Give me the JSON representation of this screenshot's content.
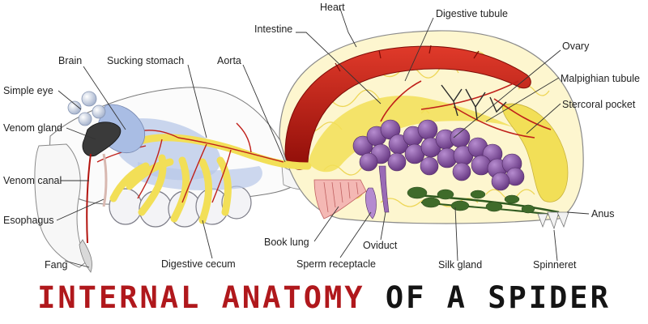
{
  "title": {
    "part1": "INTERNAL ANATOMY",
    "part2": " OF A SPIDER"
  },
  "labels": {
    "heart": "Heart",
    "digestive_tubule": "Digestive tubule",
    "intestine": "Intestine",
    "ovary": "Ovary",
    "brain": "Brain",
    "sucking_stomach": "Sucking stomach",
    "aorta": "Aorta",
    "malpighian_tubule": "Malpighian tubule",
    "simple_eye": "Simple eye",
    "stercoral_pocket": "Stercoral pocket",
    "venom_gland": "Venom gland",
    "venom_canal": "Venom canal",
    "esophagus": "Esophagus",
    "anus": "Anus",
    "book_lung": "Book lung",
    "oviduct": "Oviduct",
    "fang": "Fang",
    "digestive_cecum": "Digestive cecum",
    "sperm_receptacle": "Sperm receptacle",
    "silk_gland": "Silk gland",
    "spinneret": "Spinneret"
  },
  "colors": {
    "title_accent": "#b0181c",
    "title_dark": "#141414",
    "heart": "#b3140f",
    "digestive": "#f2df57",
    "ovary": "#7b4b94",
    "silk_gland": "#3f6b2a",
    "book_lung": "#f4b8b4",
    "brain": "#b8c8e8",
    "abdomen_fill": "#fdf6cf"
  }
}
